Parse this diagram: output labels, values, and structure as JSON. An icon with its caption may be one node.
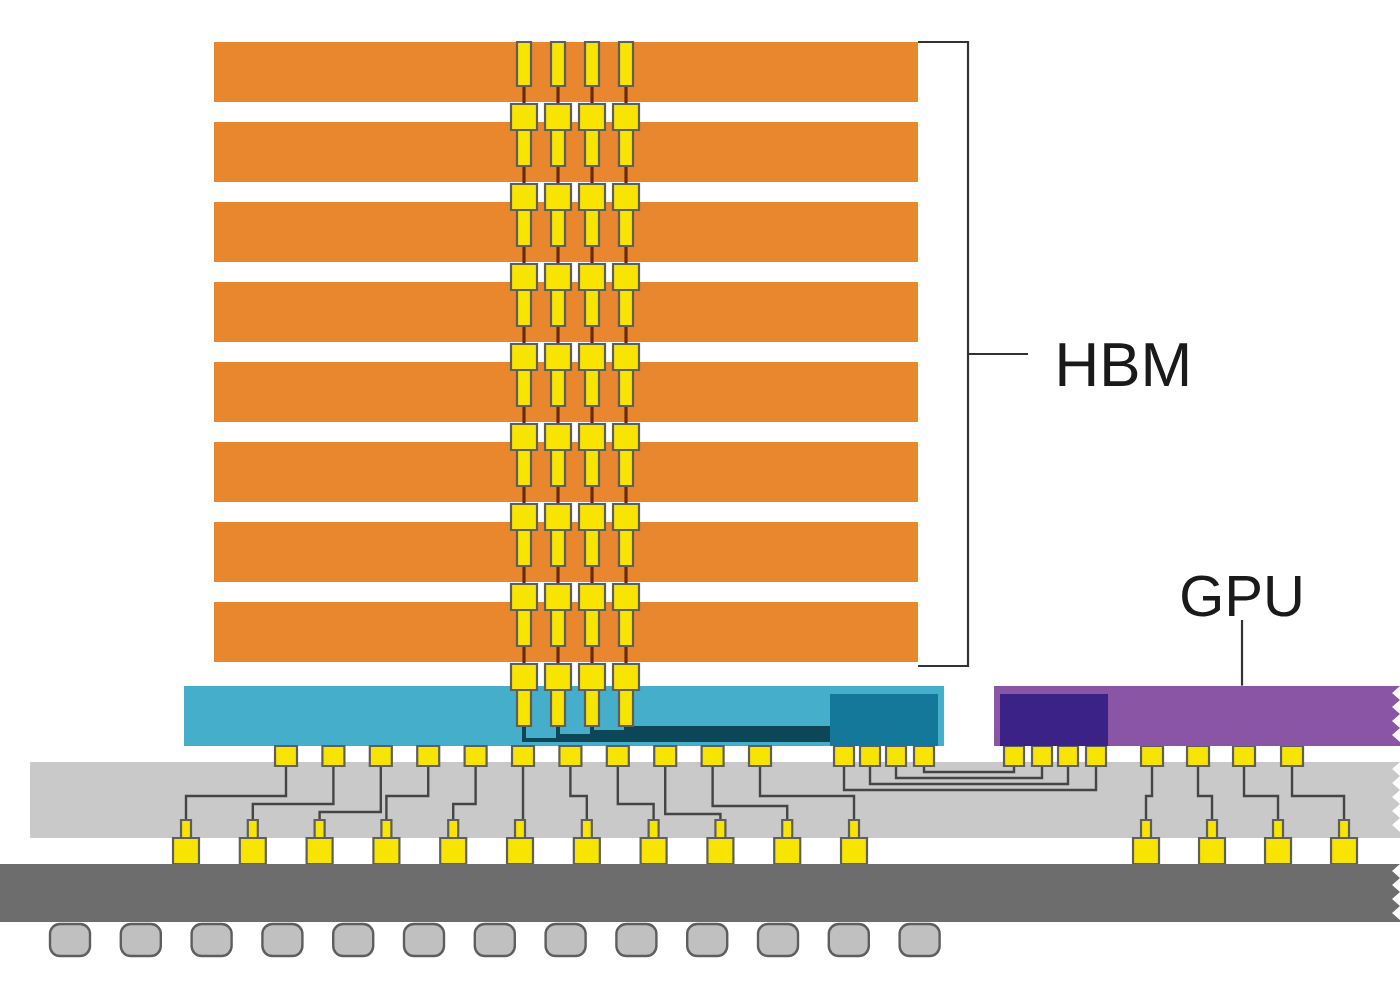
{
  "diagram": {
    "nodes": [
      {
        "text": [
          "GPU"
        ]
      },
      {
        "text": [],
        "shape": "box"
      }
    ],
    "edges": [
      {
        "from": 0,
        "to": 1,
        "arrow": "none"
      }
    ],
    "labels": [
      "HBM"
    ]
  }
}
